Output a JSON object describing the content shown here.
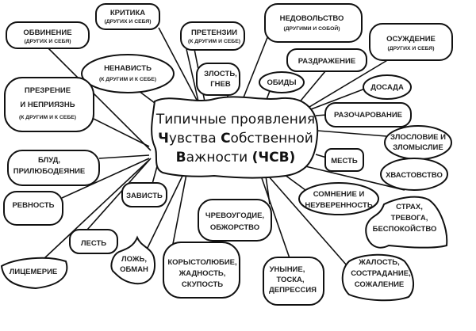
{
  "center": {
    "line1": "Типичные проявления",
    "line2_b1": "Ч",
    "line2_r1": "увства ",
    "line2_b2": "С",
    "line2_r2": "обственной",
    "line3_b1": "В",
    "line3_r1": "ажности ",
    "line3_b2": "(ЧСВ)"
  },
  "nodes": {
    "obvinenie": {
      "title": "ОБВИНЕНИЕ",
      "sub": "(ДРУГИХ И СЕБЯ)"
    },
    "kritika": {
      "title": "КРИТИКА",
      "sub": "(ДРУГИХ И СЕБЯ)"
    },
    "pretenzii": {
      "title": "ПРЕТЕНЗИИ",
      "sub": "(К ДРУГИМ И СЕБЕ)"
    },
    "nedovolstvo": {
      "title": "НЕДОВОЛЬСТВО",
      "sub": "(ДРУГИМИ И СОБОЙ)"
    },
    "osuzhdenie": {
      "title": "ОСУЖДЕНИЕ",
      "sub": "(ДРУГИХ И СЕБЯ)"
    },
    "nenavist": {
      "title": "НЕНАВИСТЬ",
      "sub": "(К ДРУГИМ И К СЕБЕ)"
    },
    "zlost": {
      "l1": "ЗЛОСТЬ,",
      "l2": "ГНЕВ"
    },
    "razdrazhenie": {
      "title": "РАЗДРАЖЕНИЕ"
    },
    "obidy": {
      "title": "ОБИДЫ"
    },
    "dosada": {
      "title": "ДОСАДА"
    },
    "prezrenie": {
      "l1": "ПРЕЗРЕНИЕ",
      "l2": "И НЕПРИЯЗНЬ",
      "sub": "(К ДРУГИМ И К СЕБЕ)"
    },
    "razocharovanie": {
      "title": "РАЗОЧАРОВАНИЕ"
    },
    "zloslovie": {
      "l1": "ЗЛОСЛОВИЕ И",
      "l2": "ЗЛОМЫСЛИЕ"
    },
    "mest": {
      "title": "МЕСТЬ"
    },
    "hvastovstvo": {
      "title": "ХВАСТОВСТВО"
    },
    "blud": {
      "l1": "БЛУД,",
      "l2": "ПРИЛЮБОДЕЯНИЕ"
    },
    "revnost": {
      "title": "РЕВНОСТЬ"
    },
    "zavist": {
      "title": "ЗАВИСТЬ"
    },
    "chrevougodie": {
      "l1": "ЧРЕВОУГОДИЕ,",
      "l2": "ОБЖОРСТВО"
    },
    "somnenie": {
      "l1": "СОМНЕНИЕ И",
      "l2": "НЕУВЕРЕННОСТЬ"
    },
    "strah": {
      "l1": "СТРАХ,",
      "l2": "ТРЕВОГА,",
      "l3": "БЕСПОКОЙСТВО"
    },
    "lest": {
      "title": "ЛЕСТЬ"
    },
    "lozh": {
      "l1": "ЛОЖЬ,",
      "l2": "ОБМАН"
    },
    "licemerie": {
      "title": "ЛИЦЕМЕРИЕ"
    },
    "korystolyubie": {
      "l1": "КОРЫСТОЛЮБИЕ,",
      "l2": "ЖАДНОСТЬ,",
      "l3": "СКУПОСТЬ"
    },
    "unynie": {
      "l1": "УНЫНИЕ,",
      "l2": "ТОСКА,",
      "l3": "ДЕПРЕССИЯ"
    },
    "zhalost": {
      "l1": "ЖАЛОСТЬ,",
      "l2": "СОСТРАДАНИЕ,",
      "l3": "СОЖАЛЕНИЕ"
    }
  }
}
